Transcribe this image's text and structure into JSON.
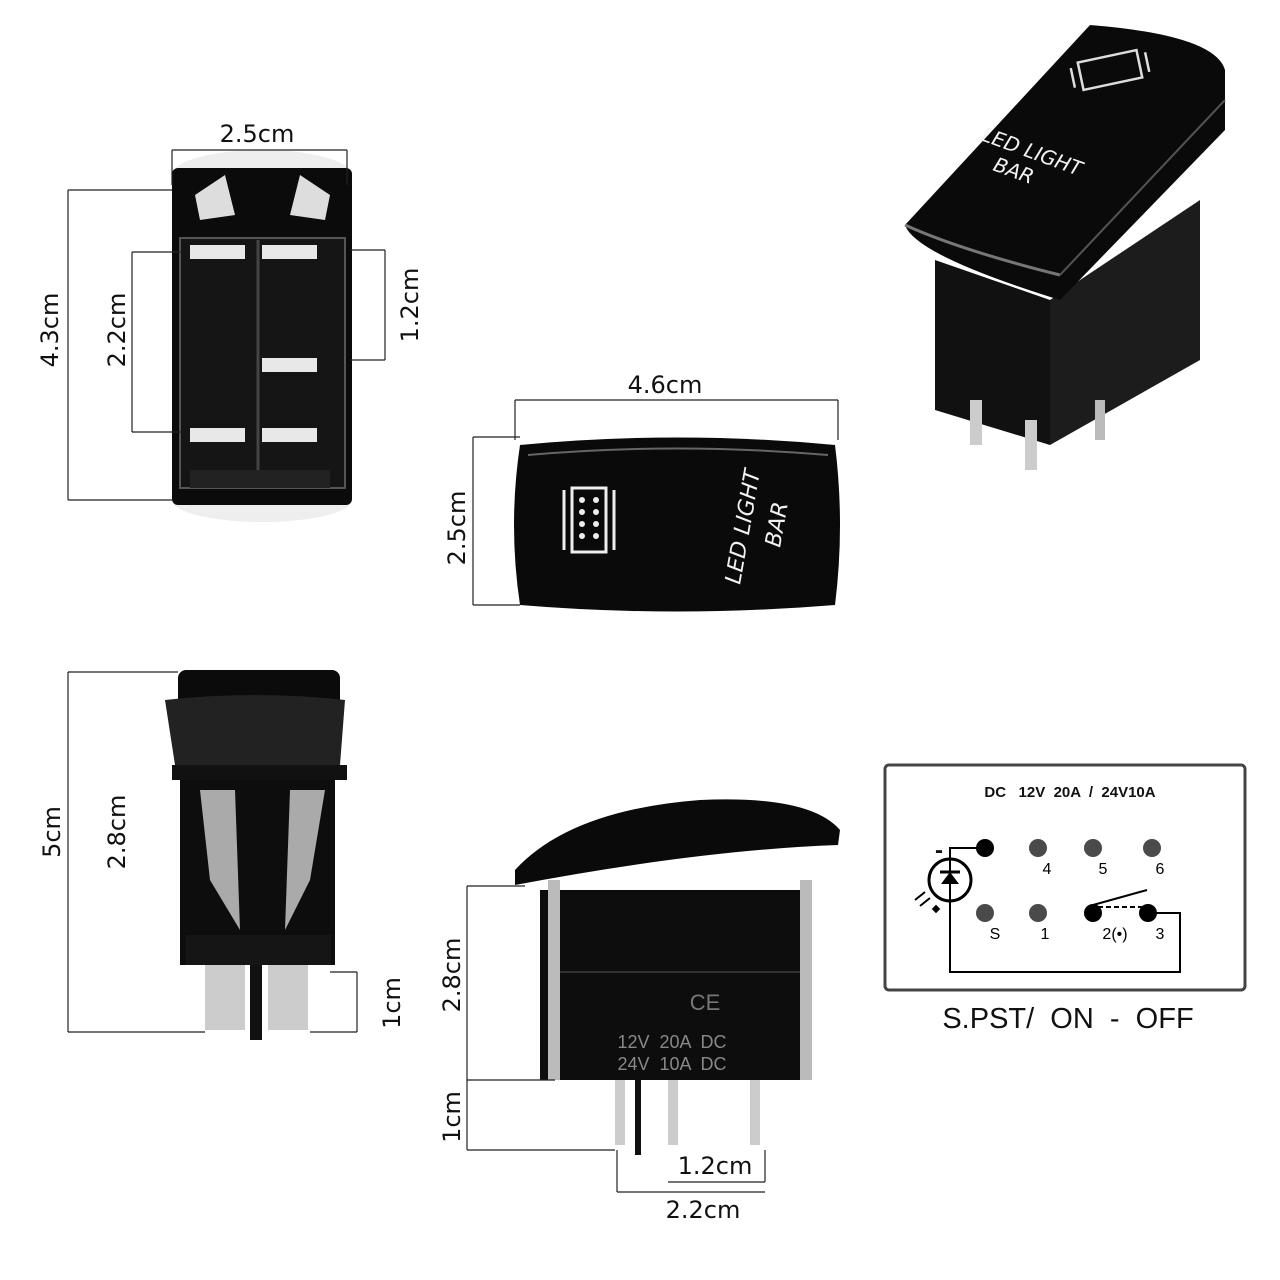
{
  "dimensions": {
    "back_width": "2.5cm",
    "back_height": "4.3cm",
    "back_terminal_span": "2.2cm",
    "back_terminal_gap": "1.2cm",
    "rocker_width": "4.6cm",
    "rocker_height": "2.5cm",
    "side_total_height": "5cm",
    "side_body_height": "2.8cm",
    "side_pin_length": "1cm",
    "front_body_height": "2.8cm",
    "front_pin_length": "1cm",
    "front_pin_gap": "1.2cm",
    "front_pin_span": "2.2cm"
  },
  "rocker_label": {
    "line1": "LED LIGHT",
    "line2": "BAR",
    "icon": "led-light-bar-icon"
  },
  "housing_marking": {
    "cert": "CE",
    "line1": "12V  20A  DC",
    "line2": "24V  10A  DC"
  },
  "wiring": {
    "rating": "DC   12V  20A  /  24V10A",
    "minus": "-",
    "pins": [
      "4",
      "5",
      "6",
      "S",
      "1",
      "2(•)",
      "3"
    ],
    "type": "S.PST/  ON  -  OFF"
  },
  "colors": {
    "switch_body": "#0a0a0a",
    "backlight": "#ffffff",
    "inactive_pin": "#4a4a4a",
    "active_pin": "#000000"
  }
}
